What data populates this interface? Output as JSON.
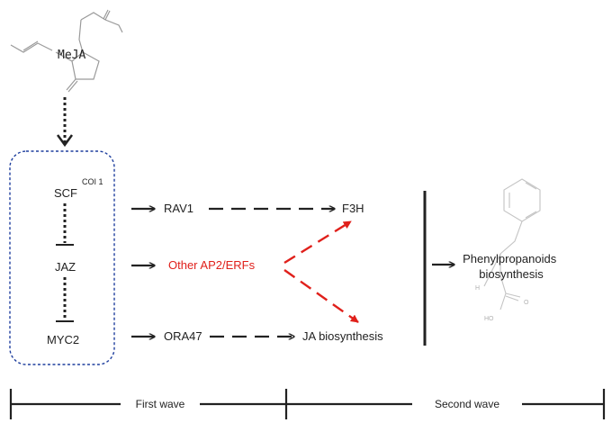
{
  "diagram": {
    "ligand": {
      "label": "MeJA",
      "depiction": "methyl jasmonate skeletal structure"
    },
    "receptor_box": {
      "nodes": [
        {
          "label": "SCF",
          "superscript": "COI 1"
        },
        {
          "label": "JAZ"
        },
        {
          "label": "MYC2"
        }
      ],
      "edges": [
        "inhibits",
        "inhibits"
      ]
    },
    "targets": [
      {
        "label": "RAV1",
        "color": "#222222"
      },
      {
        "label": "Other AP2/ERFs",
        "color": "#e0201b"
      },
      {
        "label": "ORA47",
        "color": "#222222"
      }
    ],
    "outputs": [
      {
        "label": "F3H"
      },
      {
        "label": "JA biosynthesis"
      }
    ],
    "final": {
      "line1": "Phenylpropanoids",
      "line2": "biosynthesis",
      "depiction": "phenylalanine skeletal structure"
    },
    "timeline": {
      "first": "First wave",
      "second": "Second wave"
    },
    "colors": {
      "ink": "#222222",
      "accent_red": "#e0201b",
      "box_border": "#1f3f9e",
      "structure_gray": "#9a9a9a"
    }
  }
}
